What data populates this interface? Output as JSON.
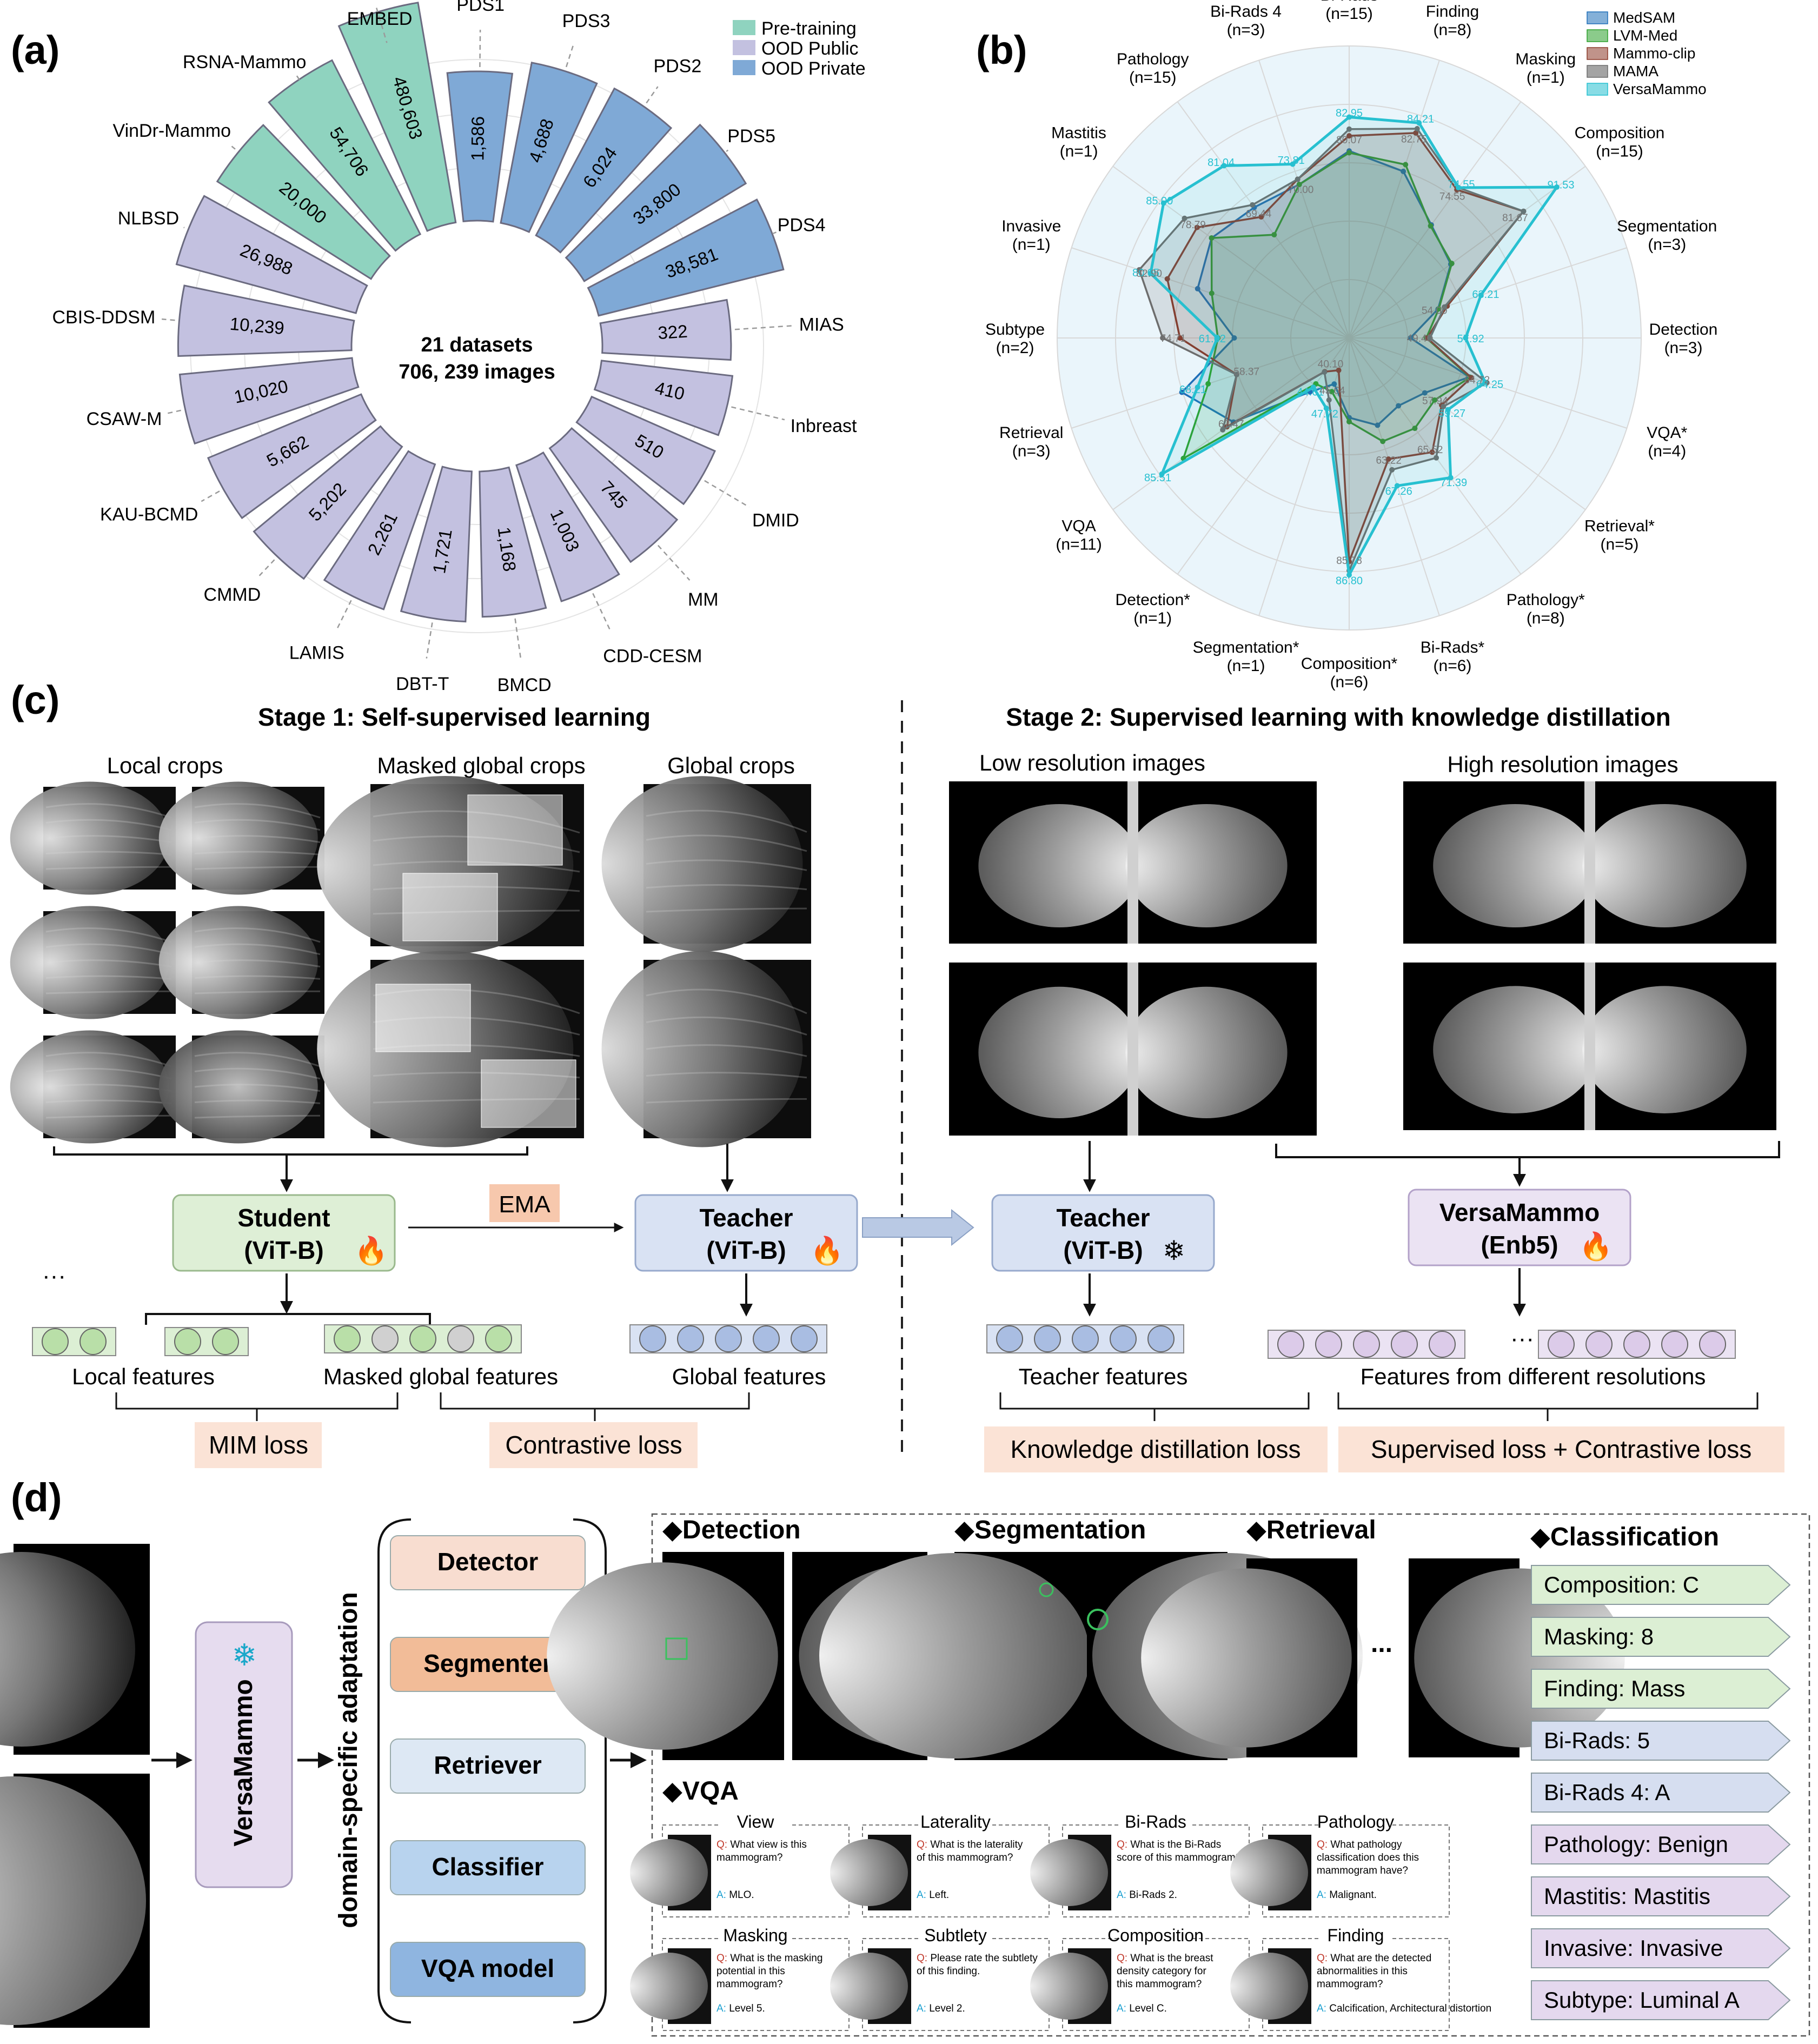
{
  "panel_labels": {
    "a": "(a)",
    "b": "(b)",
    "c": "(c)",
    "d": "(d)"
  },
  "colors": {
    "pretraining": "#8fd3bf",
    "ood_public": "#c3c1e0",
    "ood_private": "#7fa9d6",
    "medsam": "#1f6fb8",
    "lvmmed": "#2ca02c",
    "mammoclip": "#8c3a2a",
    "mama": "#6d6d6d",
    "versamammo": "#27c0d0"
  },
  "panel_a": {
    "center_line1": "21 datasets",
    "center_line2": "706, 239 images",
    "legend": [
      {
        "label": "Pre-training",
        "group": "pretraining"
      },
      {
        "label": "OOD Public",
        "group": "ood_public"
      },
      {
        "label": "OOD Private",
        "group": "ood_private"
      }
    ],
    "datasets": [
      {
        "name": "PDS1",
        "count": "1,586",
        "value": 1586,
        "group": "ood_private"
      },
      {
        "name": "PDS3",
        "count": "4,688",
        "value": 4688,
        "group": "ood_private"
      },
      {
        "name": "PDS2",
        "count": "6,024",
        "value": 6024,
        "group": "ood_private"
      },
      {
        "name": "PDS5",
        "count": "33,800",
        "value": 33800,
        "group": "ood_private"
      },
      {
        "name": "PDS4",
        "count": "38,581",
        "value": 38581,
        "group": "ood_private"
      },
      {
        "name": "MIAS",
        "count": "322",
        "value": 322,
        "group": "ood_public"
      },
      {
        "name": "Inbreast",
        "count": "410",
        "value": 410,
        "group": "ood_public"
      },
      {
        "name": "DMID",
        "count": "510",
        "value": 510,
        "group": "ood_public"
      },
      {
        "name": "MM",
        "count": "745",
        "value": 745,
        "group": "ood_public"
      },
      {
        "name": "CDD-CESM",
        "count": "1,003",
        "value": 1003,
        "group": "ood_public"
      },
      {
        "name": "BMCD",
        "count": "1,168",
        "value": 1168,
        "group": "ood_public"
      },
      {
        "name": "DBT-T",
        "count": "1,721",
        "value": 1721,
        "group": "ood_public"
      },
      {
        "name": "LAMIS",
        "count": "2,261",
        "value": 2261,
        "group": "ood_public"
      },
      {
        "name": "CMMD",
        "count": "5,202",
        "value": 5202,
        "group": "ood_public"
      },
      {
        "name": "KAU-BCMD",
        "count": "5,662",
        "value": 5662,
        "group": "ood_public"
      },
      {
        "name": "CSAW-M",
        "count": "10,020",
        "value": 10020,
        "group": "ood_public"
      },
      {
        "name": "CBIS-DDSM",
        "count": "10,239",
        "value": 10239,
        "group": "ood_public"
      },
      {
        "name": "NLBSD",
        "count": "26,988",
        "value": 26988,
        "group": "ood_public"
      },
      {
        "name": "VinDr-Mammo",
        "count": "20,000",
        "value": 20000,
        "group": "pretraining"
      },
      {
        "name": "RSNA-Mammo",
        "count": "54,706",
        "value": 54706,
        "group": "pretraining"
      },
      {
        "name": "EMBED",
        "count": "480,603",
        "value": 480603,
        "group": "pretraining"
      }
    ]
  },
  "chart_data": {
    "type": "radar",
    "axes": [
      {
        "label": "Bi-Rads",
        "n": "(n=15)"
      },
      {
        "label": "Finding",
        "n": "(n=8)"
      },
      {
        "label": "Masking",
        "n": "(n=1)"
      },
      {
        "label": "Composition",
        "n": "(n=15)"
      },
      {
        "label": "Segmentation",
        "n": "(n=3)"
      },
      {
        "label": "Detection",
        "n": "(n=3)"
      },
      {
        "label": "VQA*",
        "n": "(n=4)"
      },
      {
        "label": "Retrieval*",
        "n": "(n=5)"
      },
      {
        "label": "Pathology*",
        "n": "(n=8)"
      },
      {
        "label": "Bi-Rads*",
        "n": "(n=6)"
      },
      {
        "label": "Composition*",
        "n": "(n=6)"
      },
      {
        "label": "Segmentation*",
        "n": "(n=1)"
      },
      {
        "label": "Detection*",
        "n": "(n=1)"
      },
      {
        "label": "VQA",
        "n": "(n=11)"
      },
      {
        "label": "Retrieval",
        "n": "(n=3)"
      },
      {
        "label": "Subtype",
        "n": "(n=2)"
      },
      {
        "label": "Invasive",
        "n": "(n=1)"
      },
      {
        "label": "Mastitis",
        "n": "(n=1)"
      },
      {
        "label": "Pathology",
        "n": "(n=15)"
      },
      {
        "label": "Bi-Rads 4",
        "n": "(n=3)"
      }
    ],
    "legend": [
      "MedSAM",
      "LVM-Med",
      "Mammo-clip",
      "MAMA",
      "VersaMammo"
    ],
    "series": [
      {
        "name": "MedSAM",
        "values": [
          74.83,
          71.99,
          63.5,
          60.1,
          52.4,
          44.68,
          60.3,
          52.4,
          50.1,
          52.0,
          49.1,
          41.61,
          46.0,
          64.3,
          72.17,
          57.55,
          68.2,
          70.77,
          68.7,
          68.7
        ]
      },
      {
        "name": "LVM-Med",
        "values": [
          74.4,
          73.7,
          63.2,
          60.4,
          52.6,
          48.5,
          60.5,
          55.33,
          56.77,
          56.06,
          50.07,
          43.52,
          43.59,
          79.12,
          65.55,
          61.47,
          64.65,
          70.77,
          60.59,
          68.7
        ]
      },
      {
        "name": "Mammo-clip",
        "values": [
          78.46,
          81.67,
          73.93,
          81.67,
          54.7,
          48.7,
          60.8,
          57.4,
          63.85,
          60.53,
          83.6,
          38.14,
          40.0,
          66.21,
          58.37,
          70.57,
          75.84,
          75.07,
          65.88,
          70.0
        ]
      },
      {
        "name": "MAMA",
        "values": [
          80.07,
          82.75,
          74.55,
          81.67,
          54.0,
          49.4,
          64.72,
          57.94,
          65.52,
          63.22,
          85.78,
          45.64,
          40.1,
          67.47,
          58.37,
          74.71,
          82.9,
          78.79,
          69.44,
          70.0
        ]
      },
      {
        "name": "VersaMammo",
        "values": [
          82.95,
          84.21,
          74.55,
          91.53,
          63.21,
          57.92,
          64.25,
          59.27,
          71.39,
          67.26,
          86.8,
          47.72,
          44.61,
          85.51,
          68.21,
          61.62,
          80.05,
          85.0,
          81.04,
          73.81
        ]
      }
    ],
    "point_labels": [
      "82.95",
      "80.07",
      "78.46",
      "84.21",
      "82.75",
      "81.67",
      "74.55",
      "73.93",
      "73.70",
      "91.53",
      "81.67",
      "63.21",
      "57.92",
      "64.25",
      "64.72",
      "59.27",
      "57.94",
      "71.39",
      "65.52",
      "63.85",
      "67.26",
      "63.22",
      "60.53",
      "86.80",
      "85.78",
      "83.60",
      "47.72",
      "45.64",
      "43.52",
      "44.61",
      "43.59",
      "85.51",
      "79.12",
      "68.21",
      "67.47",
      "66.21",
      "61.62",
      "58.37",
      "80.05",
      "74.71",
      "70.57",
      "85.00",
      "82.90",
      "75.84",
      "81.04",
      "78.79",
      "75.07",
      "73.81",
      "69.44",
      "65.88",
      "74.83",
      "71.99",
      "74.40",
      "70.77",
      "68.70",
      "68.20",
      "64.65",
      "62.22",
      "60.59",
      "72.17",
      "65.55",
      "55.33",
      "56.77",
      "56.06",
      "50.07",
      "41.61",
      "38.14",
      "44.68",
      "49.72",
      "38.03",
      "52.40",
      "63.85"
    ]
  },
  "panel_c": {
    "stage1_title": "Stage 1: Self-supervised learning",
    "stage2_title": "Stage 2: Supervised learning with knowledge distillation",
    "local_crops": "Local crops",
    "masked_global_crops": "Masked global crops",
    "global_crops": "Global crops",
    "low_res": "Low resolution images",
    "high_res": "High resolution images",
    "student_line1": "Student",
    "student_line2": "(ViT-B)",
    "teacher_line1": "Teacher",
    "teacher_line2": "(ViT-B)",
    "teacher2_line1": "Teacher",
    "teacher2_line2": "(ViT-B)",
    "versa_line1": "VersaMammo",
    "versa_line2": "(Enb5)",
    "ema": "EMA",
    "ellipsis": "···",
    "local_features": "Local features",
    "masked_global_features": "Masked global features",
    "global_features": "Global features",
    "teacher_features": "Teacher features",
    "features_diff_res": "Features from different resolutions",
    "mim_loss": "MIM loss",
    "contrastive_loss": "Contrastive loss",
    "kd_loss": "Knowledge distillation loss",
    "sup_con_loss": "Supervised loss + Contrastive loss"
  },
  "panel_d": {
    "versamammo": "VersaMammo",
    "adaptation": "domain-specific adaptation",
    "modules": [
      "Detector",
      "Segmenter",
      "Retriever",
      "Classifier",
      "VQA model"
    ],
    "module_colors": [
      "#f8ddd0",
      "#f2bc98",
      "#dde8f4",
      "#b8d3ee",
      "#8fb5e0"
    ],
    "detection": "Detection",
    "segmentation": "Segmentation",
    "retrieval": "Retrieval",
    "classification": "Classification",
    "vqa": "VQA",
    "retrieval_ellipsis": "...",
    "classification_items": [
      {
        "label": "Composition: C",
        "color": "#dcefd4"
      },
      {
        "label": "Masking: 8",
        "color": "#dcefd4"
      },
      {
        "label": "Finding: Mass",
        "color": "#dcefd4"
      },
      {
        "label": "Bi-Rads: 5",
        "color": "#d6def0"
      },
      {
        "label": "Bi-Rads 4: A",
        "color": "#d6def0"
      },
      {
        "label": "Pathology: Benign",
        "color": "#e4d8ee"
      },
      {
        "label": "Mastitis: Mastitis",
        "color": "#e4d8ee"
      },
      {
        "label": "Invasive: Invasive",
        "color": "#e4d8ee"
      },
      {
        "label": "Subtype: Luminal A",
        "color": "#e4d8ee"
      }
    ],
    "vqa_cards": [
      {
        "title": "View",
        "q": "What view is this mammogram?",
        "a": "MLO."
      },
      {
        "title": "Laterality",
        "q": "What is the laterality of this mammogram?",
        "a": "Left."
      },
      {
        "title": "Bi-Rads",
        "q": "What is the Bi-Rads score of this mammogram?",
        "a": "Bi-Rads 2."
      },
      {
        "title": "Pathology",
        "q": "What pathology classification does this mammogram have?",
        "a": "Malignant."
      },
      {
        "title": "Masking",
        "q": "What is the masking potential in this mammogram?",
        "a": "Level 5."
      },
      {
        "title": "Subtlety",
        "q": "Please rate the subtlety of this finding.",
        "a": "Level 2."
      },
      {
        "title": "Composition",
        "q": "What is the breast density category for this mammogram?",
        "a": "Level C."
      },
      {
        "title": "Finding",
        "q": "What are the detected abnormalities in this mammogram?",
        "a": "Calcification, Architectural distortion"
      }
    ]
  }
}
